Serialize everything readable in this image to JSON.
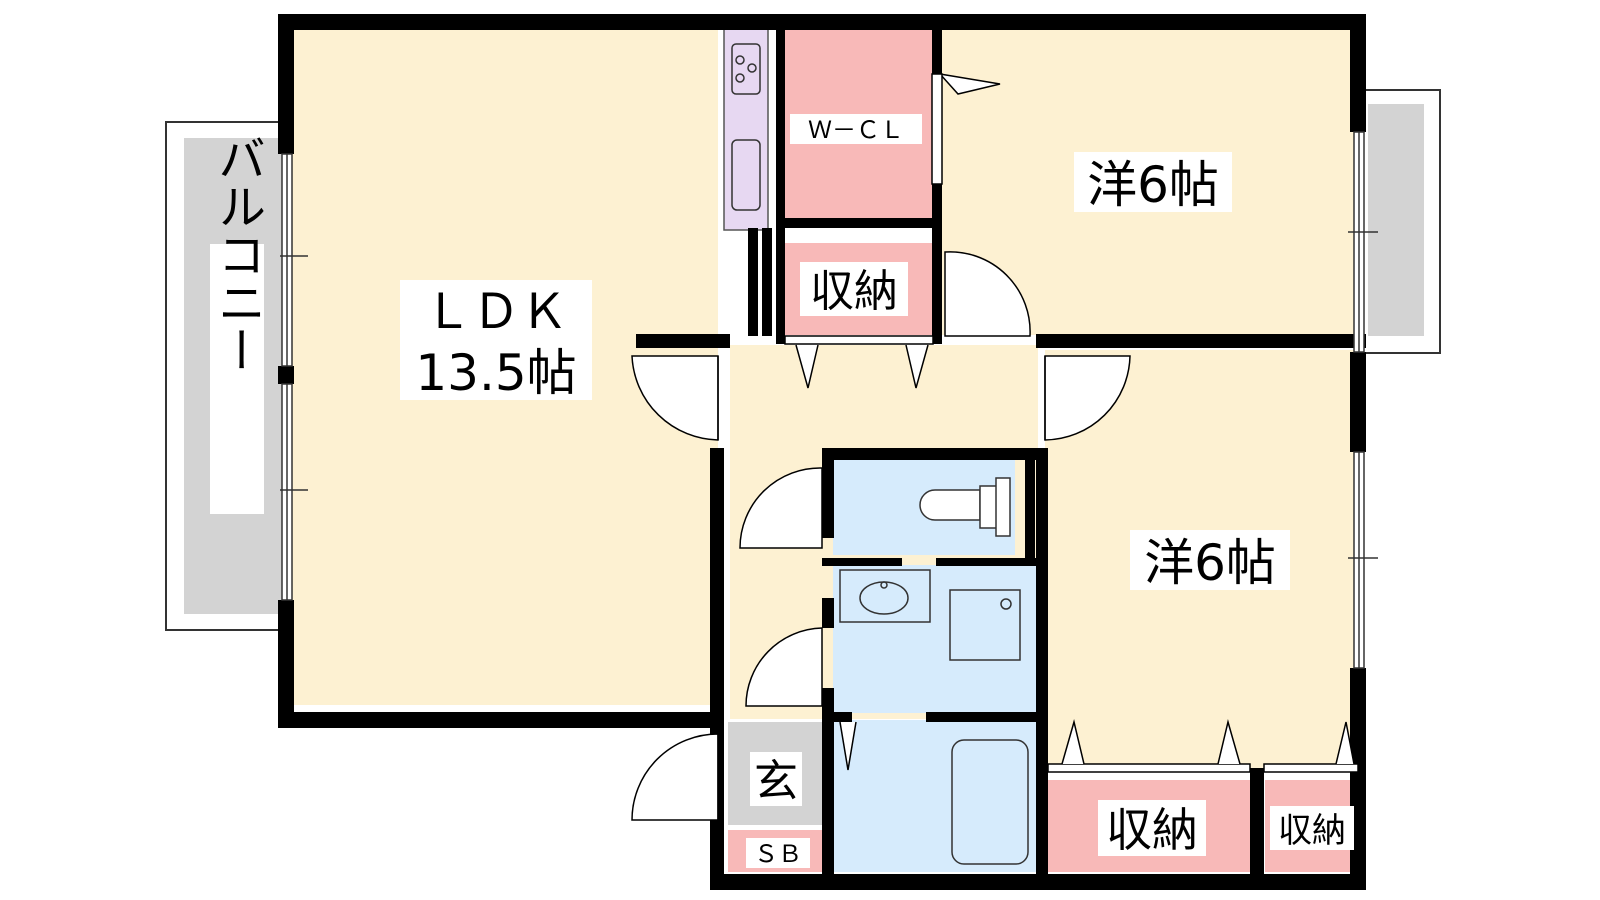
{
  "rooms": {
    "ldk": {
      "name": "ＬＤＫ",
      "size": "13.5帖"
    },
    "wcl": {
      "name": "Ｗ－ＣＬ"
    },
    "storage_center": {
      "name": "収納"
    },
    "western_top": {
      "name": "洋6帖"
    },
    "western_bottom": {
      "name": "洋6帖"
    },
    "storage_bottom_left": {
      "name": "収納"
    },
    "storage_bottom_right": {
      "name": "収納"
    },
    "entrance": {
      "name": "玄"
    },
    "shoe_box": {
      "name": "ＳＢ"
    },
    "balcony": {
      "name": "バルコニー"
    }
  },
  "colors": {
    "room_floor": "#fdf1d2",
    "storage": "#f8b9b8",
    "wet_area": "#d6ebfc",
    "kitchen": "#e7d8f2",
    "balcony": "#d3d3d3",
    "entrance": "#d3d3d3",
    "wall": "#000000"
  }
}
